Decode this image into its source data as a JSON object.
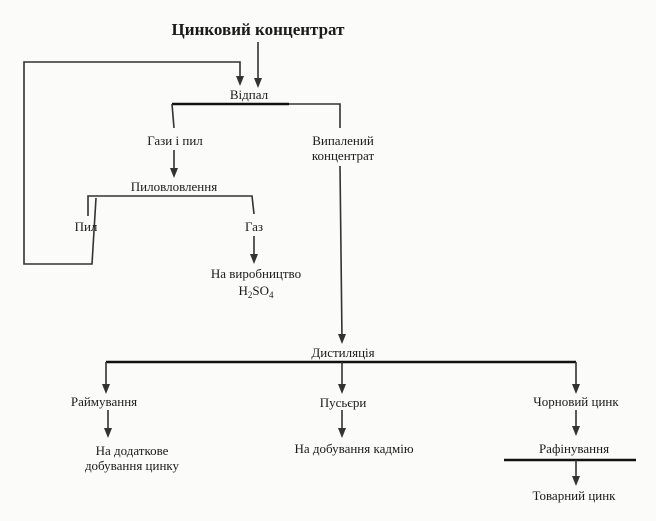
{
  "diagram": {
    "title": "Цинковий концентрат",
    "nodes": {
      "roasting": "Відпал",
      "gases_dust": "Гази і пил",
      "roasted_concentrate_l1": "Випалений",
      "roasted_concentrate_l2": "концентрат",
      "dust_collection": "Пиловловлення",
      "dust": "Пил",
      "gas": "Газ",
      "h2so4_line1": "На виробництво",
      "h2so4_H": "H",
      "h2so4_2": "2",
      "h2so4_SO": "SO",
      "h2so4_4": "4",
      "distillation": "Дистиляція",
      "raiming": "Раймування",
      "zinc_dust": "Пусьєри",
      "crude_zinc": "Чорновий цинк",
      "additional_line1": "На додаткове",
      "additional_line2": "добування цинку",
      "cadmium": "На добування кадмію",
      "refining": "Рафінування",
      "commercial_zinc": "Товарний цинк"
    }
  }
}
